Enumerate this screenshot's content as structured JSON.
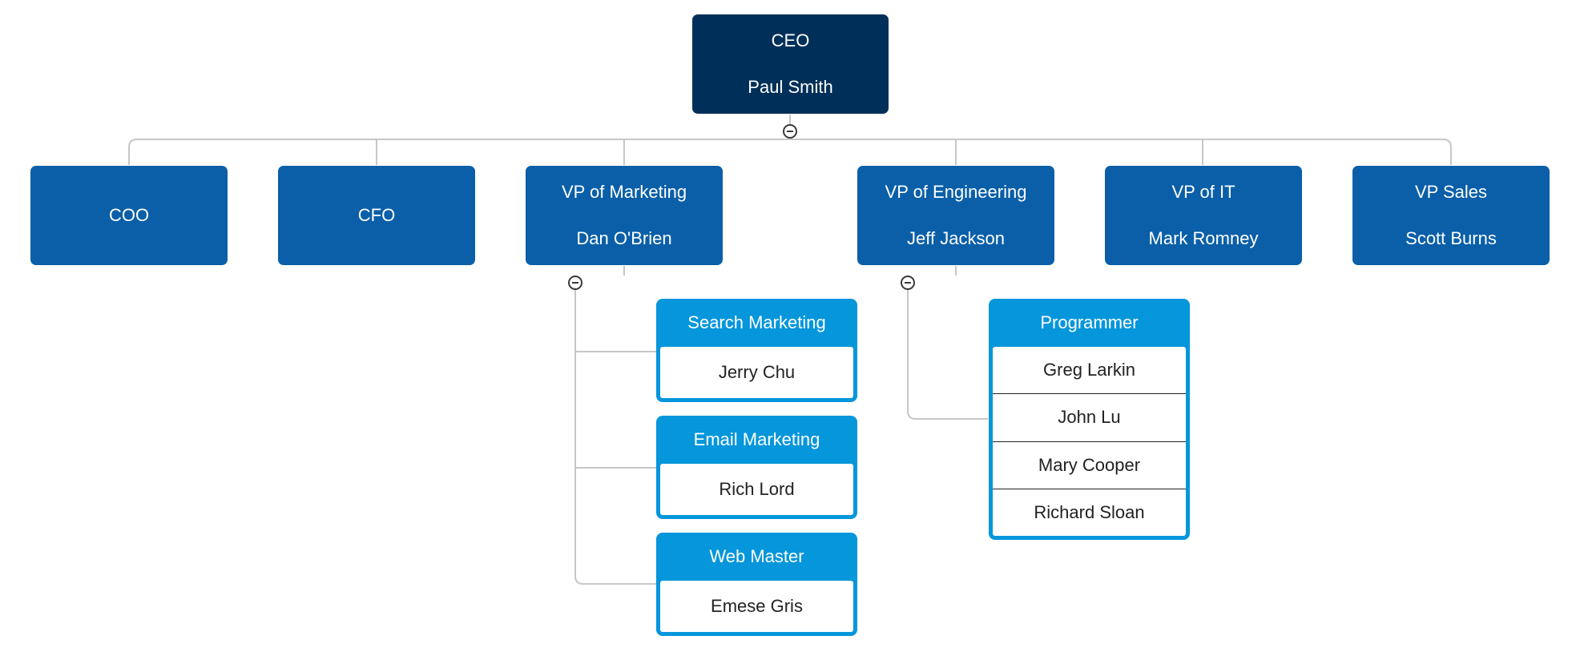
{
  "ceo": {
    "title": "CEO",
    "name": "Paul Smith"
  },
  "vps": [
    {
      "title": "COO"
    },
    {
      "title": "CFO"
    },
    {
      "title": "VP of Marketing",
      "name": "Dan O'Brien"
    },
    {
      "title": "VP of Engineering",
      "name": "Jeff Jackson"
    },
    {
      "title": "VP of IT",
      "name": "Mark Romney"
    },
    {
      "title": "VP Sales",
      "name": "Scott Burns"
    }
  ],
  "marketing_team": [
    {
      "role": "Search Marketing",
      "members": [
        "Jerry Chu"
      ]
    },
    {
      "role": "Email Marketing",
      "members": [
        "Rich Lord"
      ]
    },
    {
      "role": "Web Master",
      "members": [
        "Emese Gris"
      ]
    }
  ],
  "engineering_team": [
    {
      "role": "Programmer",
      "members": [
        "Greg Larkin",
        "John Lu",
        "Mary Cooper",
        "Richard Sloan"
      ]
    }
  ],
  "colors": {
    "executive": "#00305a",
    "vp": "#0a5fa8",
    "team": "#0596db",
    "connector": "#c7c7c7"
  },
  "icons": [
    "collapse-icon"
  ]
}
